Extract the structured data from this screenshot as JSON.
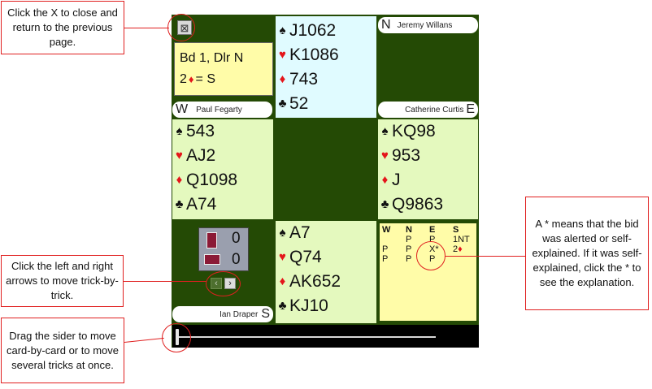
{
  "board_info": {
    "line1": "Bd 1, Dlr N",
    "contract_num": "2",
    "contract_rest": "= S"
  },
  "players": {
    "north": {
      "seat": "N",
      "name": "Jeremy Willans"
    },
    "west": {
      "seat": "W",
      "name": "Paul Fegarty"
    },
    "east": {
      "seat": "E",
      "name": "Catherine Curtis"
    },
    "south": {
      "seat": "S",
      "name": "Ian Draper"
    }
  },
  "hands": {
    "north": [
      "J1062",
      "K1086",
      "743",
      "52"
    ],
    "west": [
      "543",
      "AJ2",
      "Q1098",
      "A74"
    ],
    "east": [
      "KQ98",
      "953",
      "J",
      "Q9863"
    ],
    "south": [
      "A7",
      "Q74",
      "AK652",
      "KJ10"
    ]
  },
  "suit_symbols": [
    "♠",
    "♥",
    "♦",
    "♣"
  ],
  "tricks": {
    "ns": "0",
    "ew": "0"
  },
  "nav": {
    "prev": "‹",
    "next": "›"
  },
  "close_icon": "⊠",
  "bidding": {
    "headers": [
      "W",
      "N",
      "E",
      "S"
    ],
    "rows": [
      [
        "",
        "P",
        "P",
        "1NT"
      ],
      [
        "P",
        "P",
        "X*",
        "2♦"
      ],
      [
        "P",
        "P",
        "P",
        ""
      ]
    ]
  },
  "annotations": {
    "close": "Click the X to close and return to the previous page.",
    "arrows": "Click the left and right arrows to move trick-by-trick.",
    "slider": "Drag the sider to move card-by-card or to move several tricks at once.",
    "alert": "A * means that the bid was alerted or self-explained. If it was self-explained, click the * to see the explanation."
  },
  "colors": {
    "board": "#244a05",
    "north_bg": "#e0fbff",
    "hand_bg": "#e4f9be",
    "info_bg": "#fffca8",
    "red": "#e4161b",
    "annotation": "#e02020"
  }
}
